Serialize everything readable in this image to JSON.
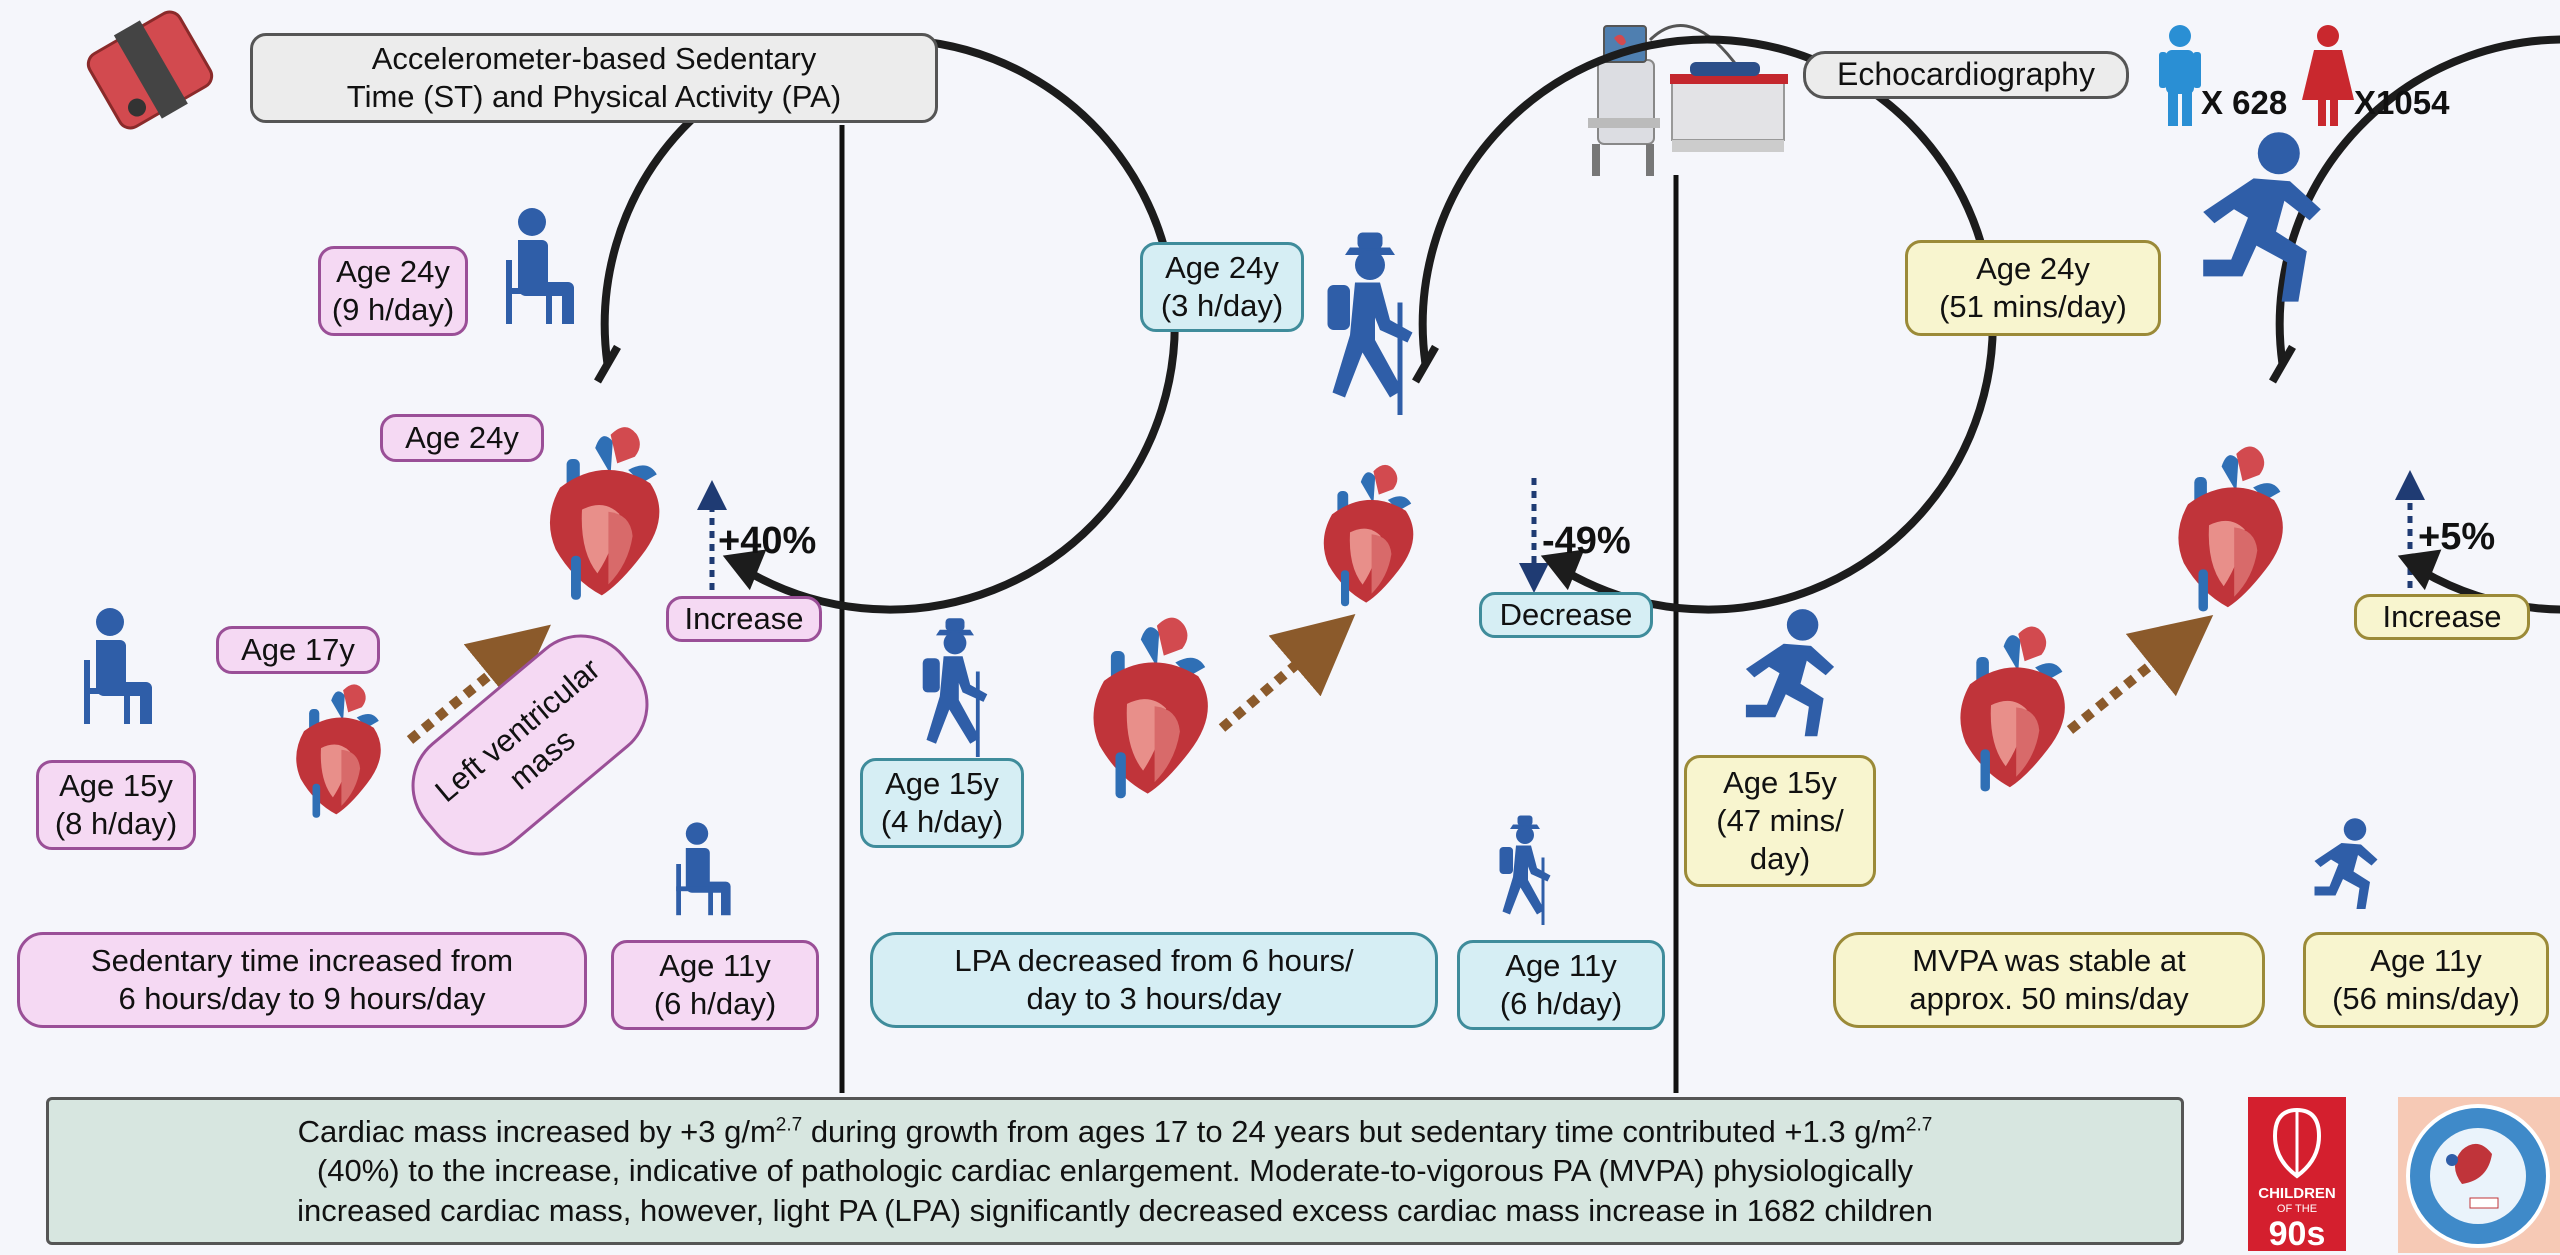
{
  "header": {
    "accelerometer_title_l1": "Accelerometer-based Sedentary",
    "accelerometer_title_l2": "Time (ST) and Physical Activity (PA)",
    "echo_title": "Echocardiography",
    "male_count": "X 628",
    "female_count": "X1054"
  },
  "panels": {
    "st": {
      "age24_l1": "Age 24y",
      "age24_l2": "(9 h/day)",
      "heart24": "Age 24y",
      "heart17": "Age 17y",
      "lv_l1": "Left ventricular",
      "lv_l2": "mass",
      "change": "+40%",
      "direction": "Increase",
      "age15_l1": "Age 15y",
      "age15_l2": "(8 h/day)",
      "age11_l1": "Age 11y",
      "age11_l2": "(6 h/day)",
      "summary_l1": "Sedentary time increased from",
      "summary_l2": "6 hours/day to 9 hours/day"
    },
    "lpa": {
      "age24_l1": "Age 24y",
      "age24_l2": "(3 h/day)",
      "change": "-49%",
      "direction": "Decrease",
      "age15_l1": "Age 15y",
      "age15_l2": "(4 h/day)",
      "age11_l1": "Age 11y",
      "age11_l2": "(6 h/day)",
      "summary_l1": "LPA decreased from 6 hours/",
      "summary_l2": "day to 3 hours/day"
    },
    "mvpa": {
      "age24_l1": "Age 24y",
      "age24_l2": "(51 mins/day)",
      "change": "+5%",
      "direction": "Increase",
      "age15_l1": "Age 15y",
      "age15_l2": "(47 mins/",
      "age15_l3": "day)",
      "age11_l1": "Age 11y",
      "age11_l2": "(56 mins/day)",
      "summary_l1": "MVPA was stable at",
      "summary_l2": "approx. 50 mins/day"
    }
  },
  "footer": {
    "l1a": "Cardiac mass increased by +3 g/m",
    "l1sup": "2.7",
    "l1b": " during growth from ages 17 to 24 years but sedentary time contributed +1.3 g/m",
    "l1sup2": "2.7",
    "l2": "(40%) to the increase, indicative of pathologic cardiac enlargement. Moderate-to-vigorous PA (MVPA) physiologically",
    "l3": "increased cardiac mass, however, light PA (LPA) significantly decreased excess cardiac mass increase in 1682 children"
  },
  "logos": {
    "children90s_l1": "CHILDREN",
    "children90s_l2": "OF THE",
    "children90s_l3": "90s"
  },
  "colors": {
    "pink_fill": "#f5d9f3",
    "pink_border": "#9a4f97",
    "blue_fill": "#d6eef4",
    "blue_border": "#3f8c9b",
    "yellow_fill": "#f8f5cf",
    "yellow_border": "#9b8a38",
    "figure_blue": "#2f5ea8",
    "heart_red": "#c0343a",
    "arrow_brown": "#8b5a2b",
    "arrow_navy": "#1f3b73"
  }
}
